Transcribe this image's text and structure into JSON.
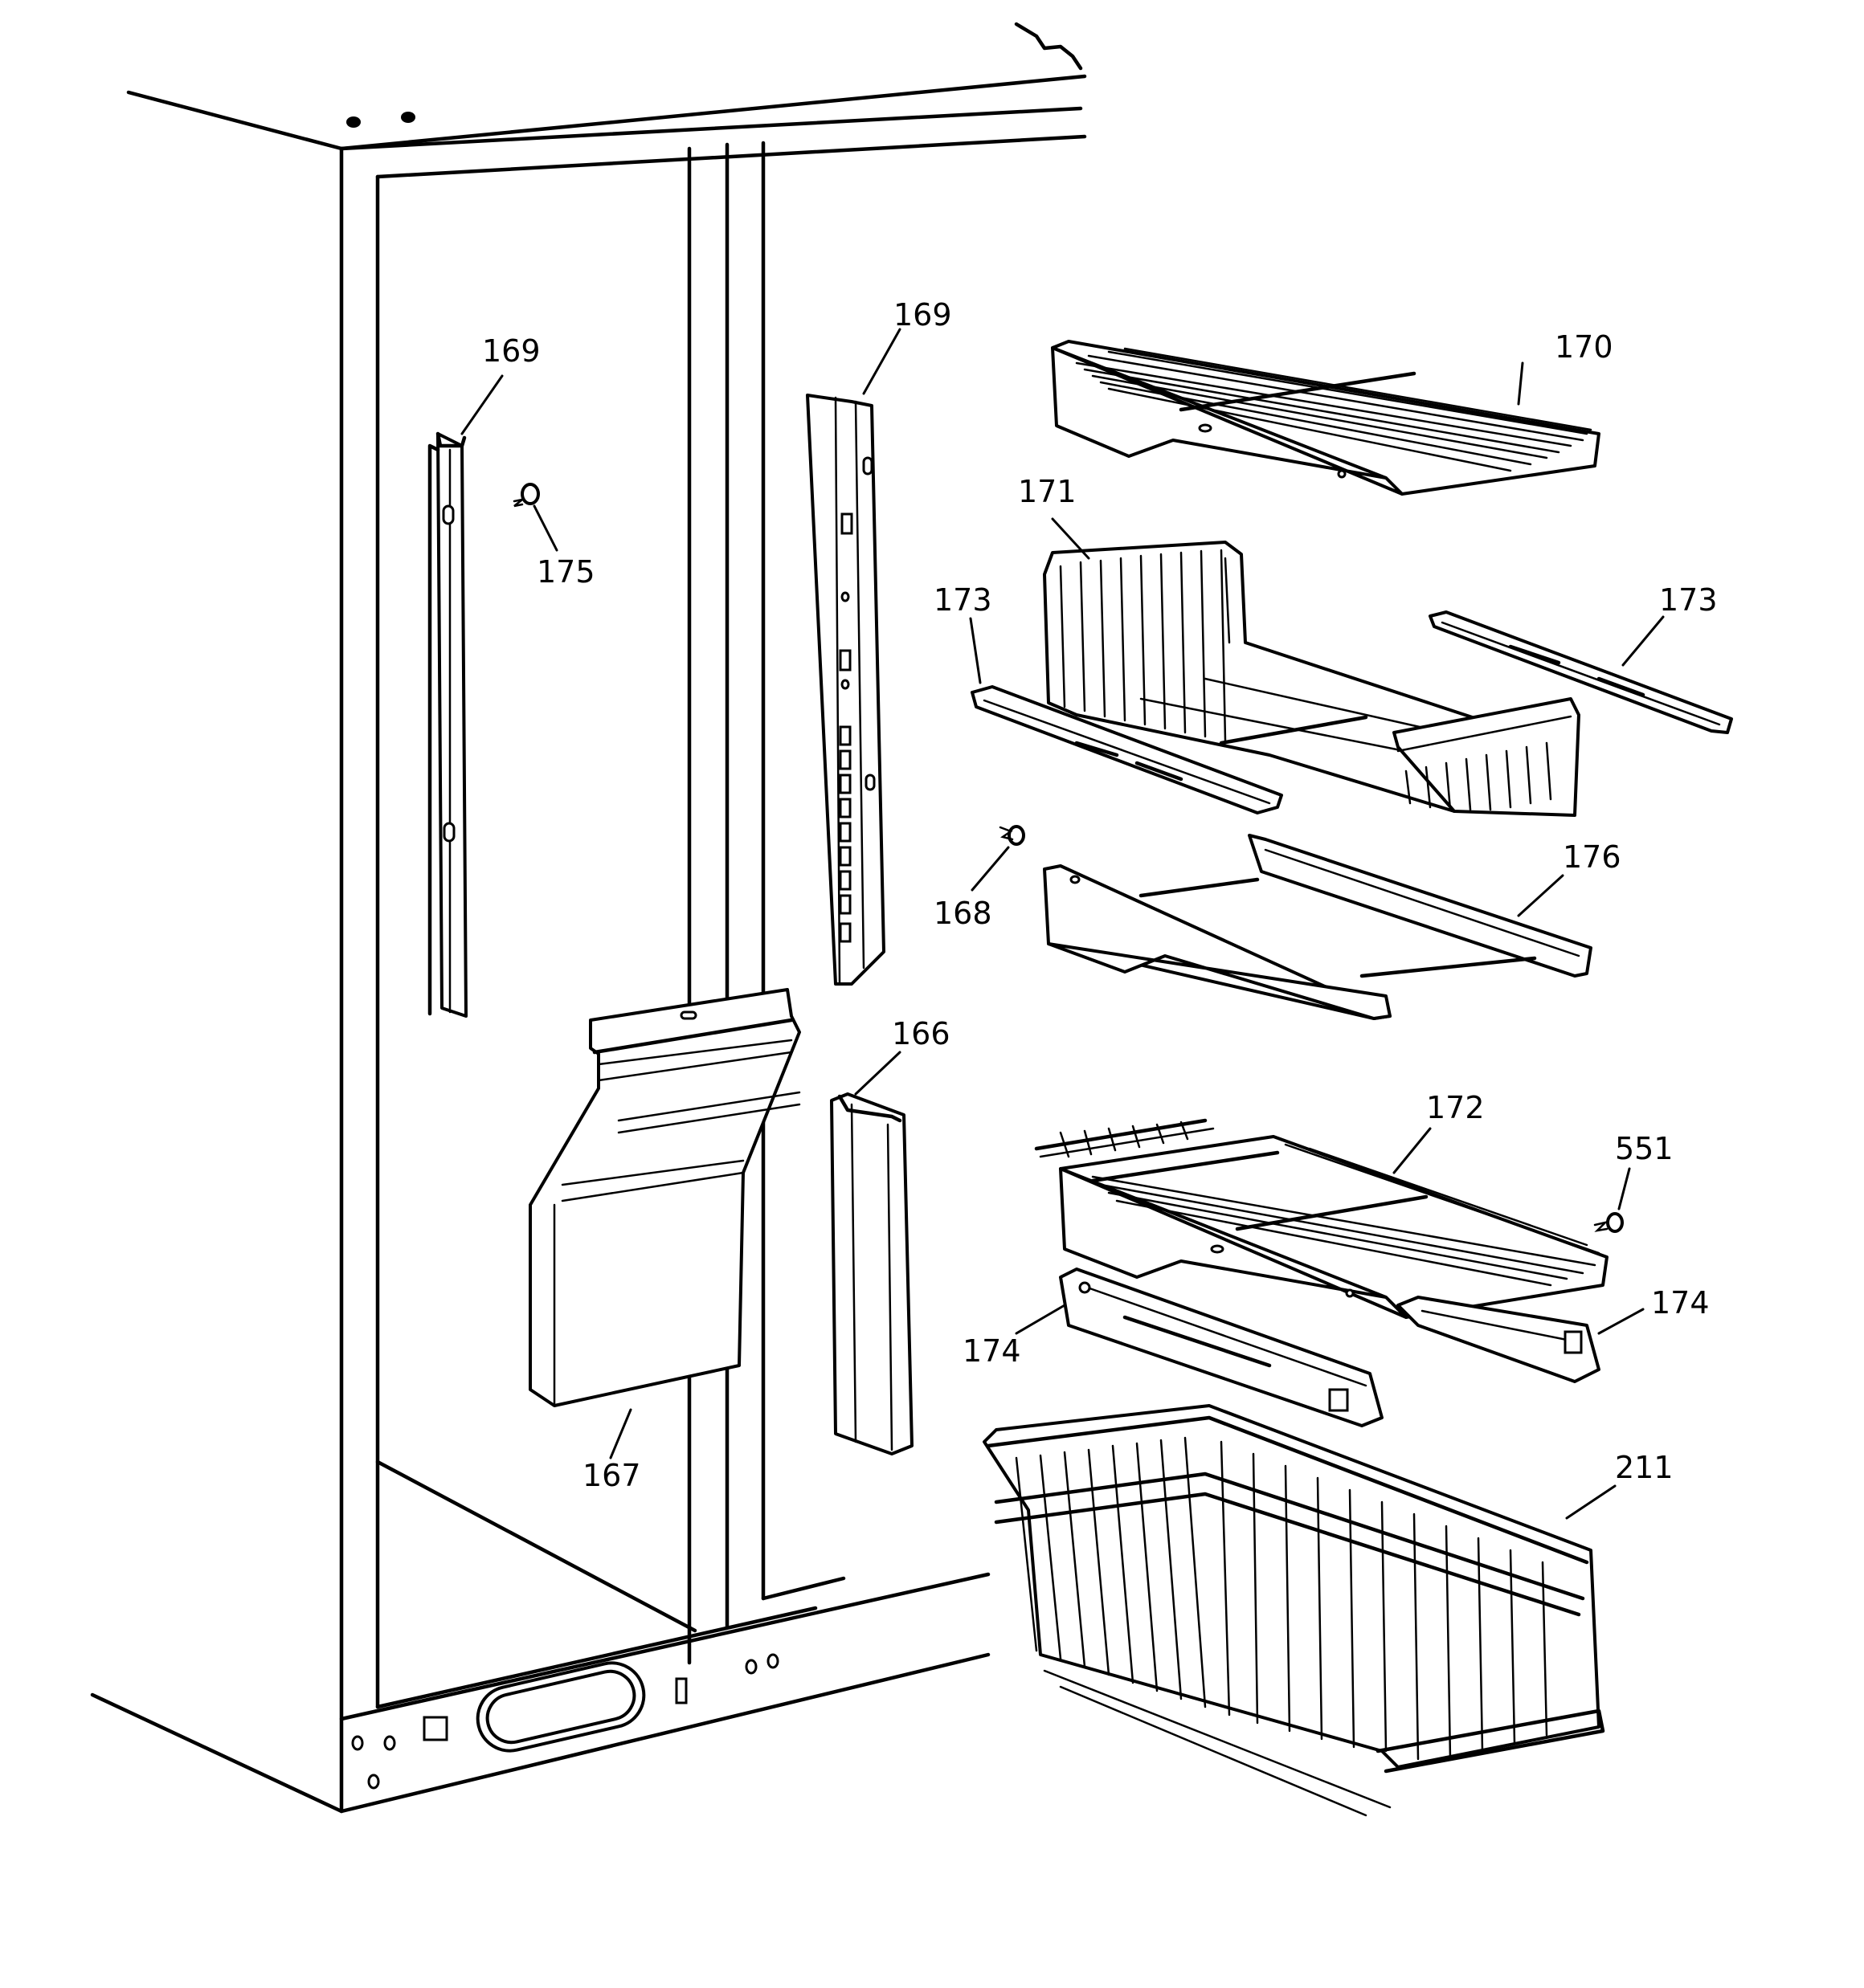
{
  "diagram": {
    "callouts": [
      {
        "id": "169-left",
        "label": "169"
      },
      {
        "id": "169-right",
        "label": "169"
      },
      {
        "id": "175",
        "label": "175"
      },
      {
        "id": "170",
        "label": "170"
      },
      {
        "id": "171",
        "label": "171"
      },
      {
        "id": "173-left",
        "label": "173"
      },
      {
        "id": "173-right",
        "label": "173"
      },
      {
        "id": "168",
        "label": "168"
      },
      {
        "id": "176",
        "label": "176"
      },
      {
        "id": "166",
        "label": "166"
      },
      {
        "id": "172",
        "label": "172"
      },
      {
        "id": "551",
        "label": "551"
      },
      {
        "id": "174-left",
        "label": "174"
      },
      {
        "id": "174-right",
        "label": "174"
      },
      {
        "id": "167",
        "label": "167"
      },
      {
        "id": "211",
        "label": "211"
      }
    ]
  },
  "colors": {
    "line": "#000000",
    "background": "#ffffff"
  }
}
